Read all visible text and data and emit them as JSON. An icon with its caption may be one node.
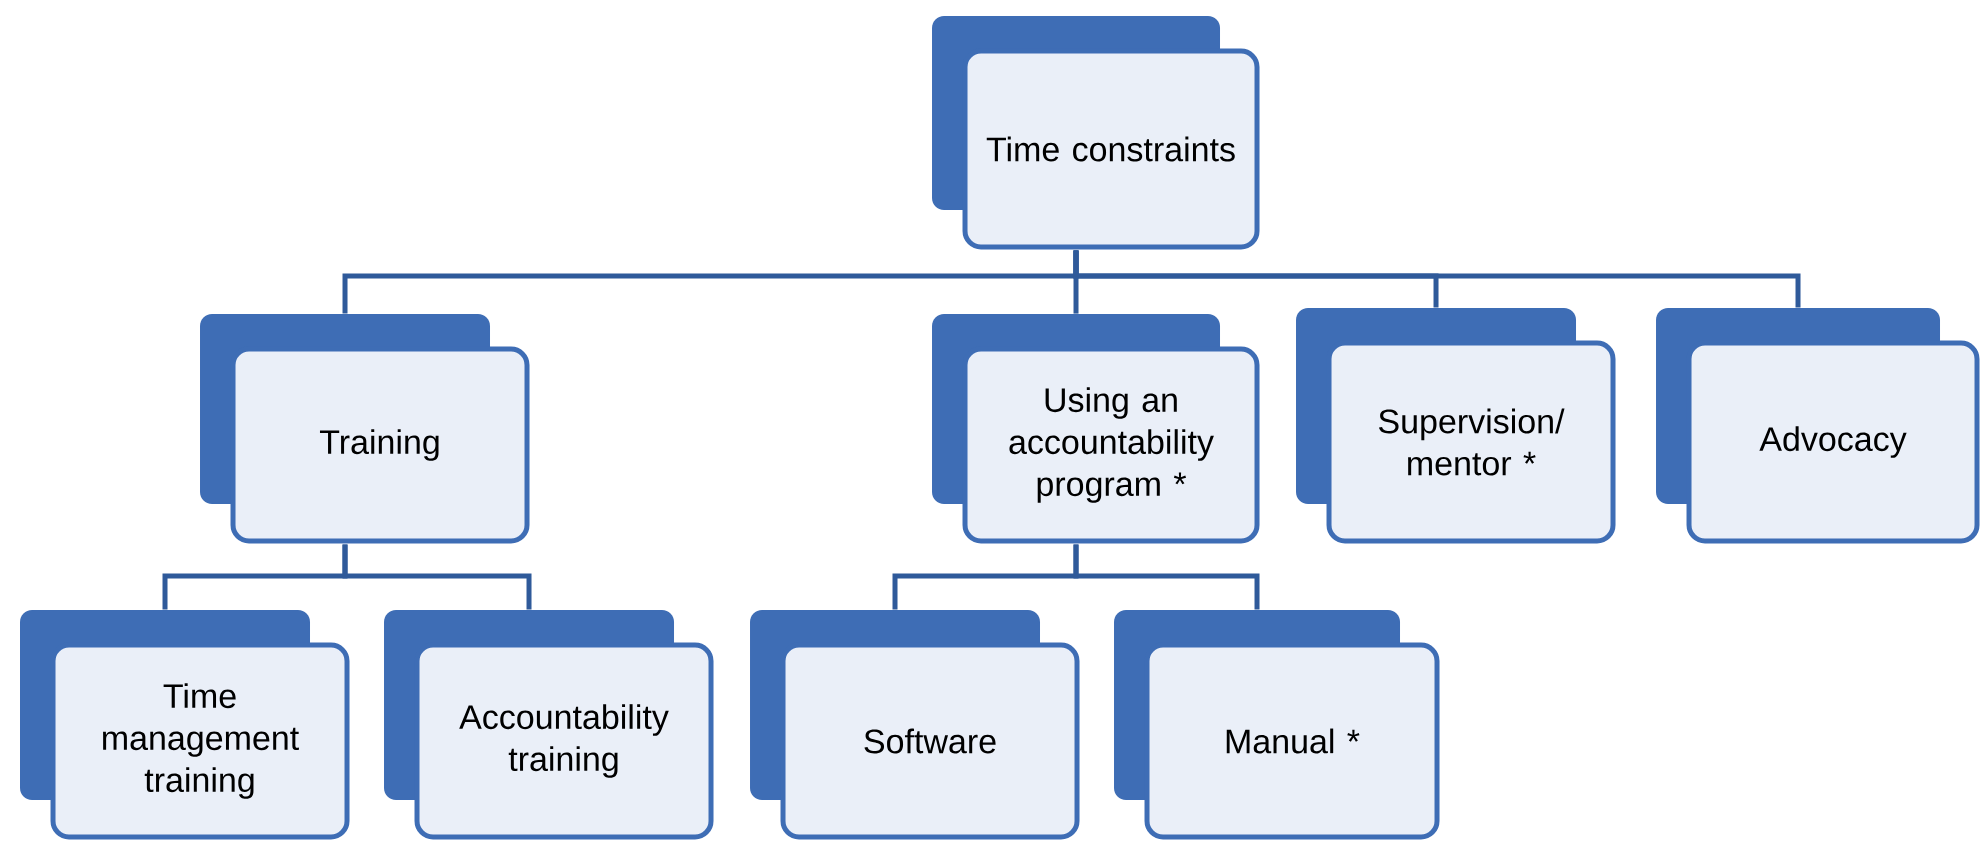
{
  "diagram": {
    "nodes": [
      {
        "text": [
          "Time constraints"
        ]
      },
      {
        "text": [
          "Training"
        ]
      },
      {
        "text": [
          "Using an accountability program *"
        ]
      },
      {
        "text": [
          "Supervision/ mentor *"
        ]
      },
      {
        "text": [
          "Advocacy"
        ]
      },
      {
        "text": [
          "Time management training"
        ]
      },
      {
        "text": [
          "Accountability training"
        ]
      },
      {
        "text": [
          "Software"
        ]
      },
      {
        "text": [
          "Manual *"
        ]
      }
    ],
    "edges": [
      {
        "from": 0,
        "to": 1,
        "arrow": "none"
      },
      {
        "from": 0,
        "to": 2,
        "arrow": "none"
      },
      {
        "from": 0,
        "to": 3,
        "arrow": "none"
      },
      {
        "from": 0,
        "to": 4,
        "arrow": "none"
      },
      {
        "from": 1,
        "to": 5,
        "arrow": "none"
      },
      {
        "from": 1,
        "to": 6,
        "arrow": "none"
      },
      {
        "from": 2,
        "to": 7,
        "arrow": "none"
      },
      {
        "from": 2,
        "to": 8,
        "arrow": "none"
      }
    ]
  }
}
